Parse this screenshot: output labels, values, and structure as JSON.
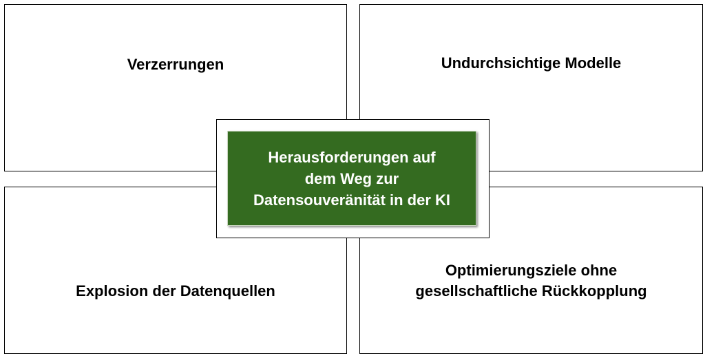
{
  "colors": {
    "center_fill": "#346b20",
    "center_text": "#ffffff",
    "border": "#000000"
  },
  "center": {
    "lines": [
      "Herausforderungen auf",
      "dem Weg zur",
      "Datensouveränität in der KI"
    ]
  },
  "quadrants": {
    "top_left": {
      "lines": [
        "Verzerrungen"
      ]
    },
    "top_right": {
      "lines": [
        "Undurchsichtige Modelle"
      ]
    },
    "bottom_left": {
      "lines": [
        "Explosion der Datenquellen"
      ]
    },
    "bottom_right": {
      "lines": [
        "Optimierungsziele ohne",
        "gesellschaftliche Rückkopplung"
      ]
    }
  }
}
